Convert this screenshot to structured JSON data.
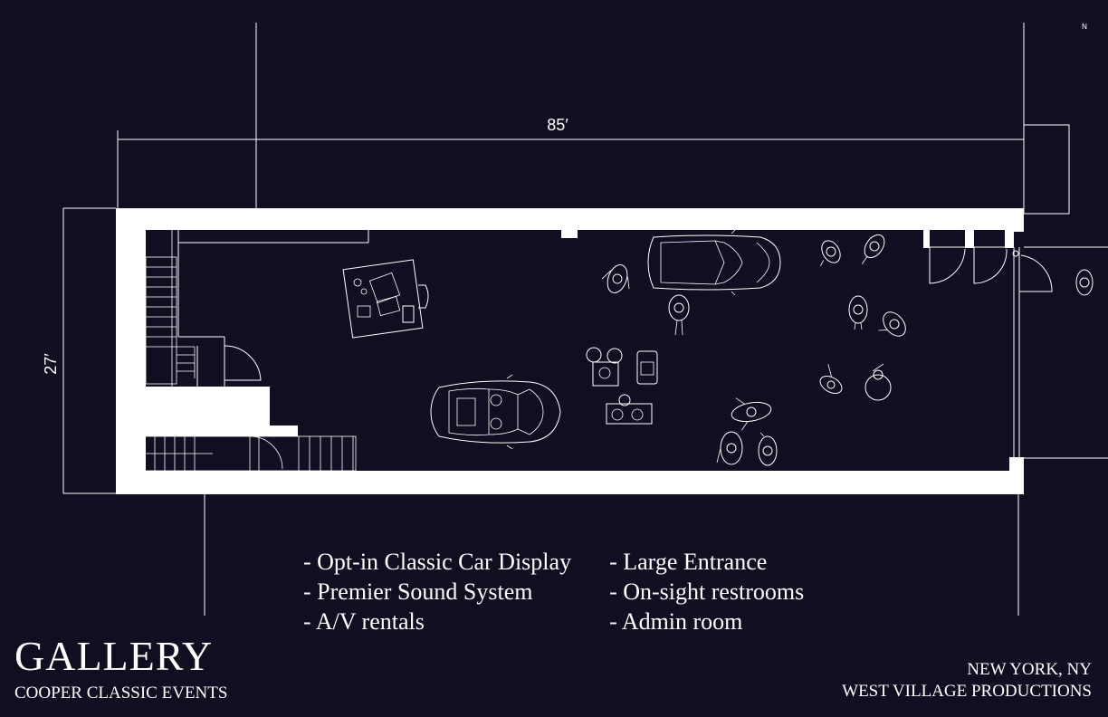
{
  "dimensions": {
    "length": "85′",
    "width": "27′"
  },
  "north_mark": "ᴺ",
  "features": {
    "left": [
      "- Opt-in Classic Car Display",
      "- Premier Sound System",
      "- A/V rentals"
    ],
    "right": [
      "- Large Entrance",
      "- On-sight restrooms",
      "- Admin room"
    ]
  },
  "venue": {
    "title": "GALLERY",
    "subtitle": "COOPER CLASSIC EVENTS"
  },
  "location": {
    "city": "NEW YORK, NY",
    "company": "WEST VILLAGE PRODUCTIONS"
  },
  "colors": {
    "background": "#100e20",
    "lines": "#ffffff"
  }
}
